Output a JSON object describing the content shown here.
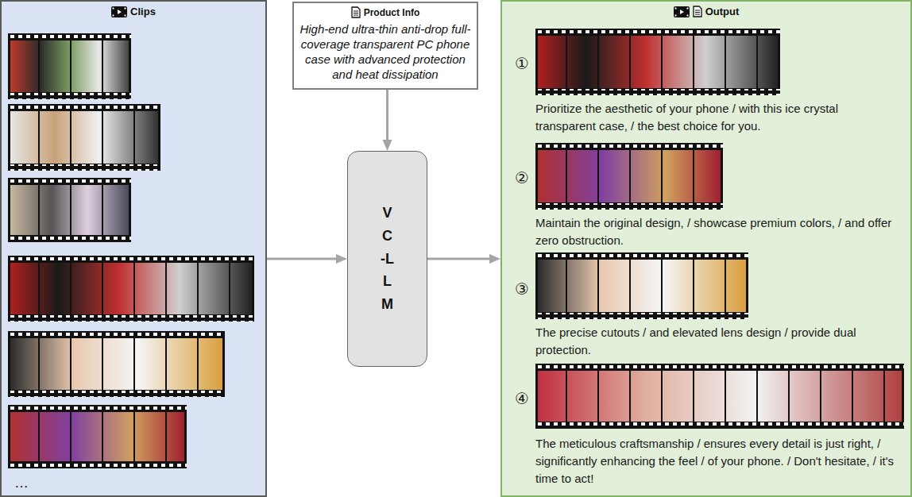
{
  "diagram": {
    "nodes": [
      {
        "text": [
          "Clips"
        ]
      },
      {
        "text": [
          "Product Info",
          "High-end ultra-thin anti-drop full-coverage transparent PC phone case with advanced protection and heat dissipation"
        ]
      },
      {
        "text": [
          "VC-LLM"
        ]
      },
      {
        "text": [
          "Output"
        ]
      }
    ],
    "edges": [
      {
        "from": 0,
        "to": 2,
        "arrow": "to"
      },
      {
        "from": 1,
        "to": 2,
        "arrow": "to"
      },
      {
        "from": 2,
        "to": 3,
        "arrow": "to"
      }
    ],
    "labels": [
      "①",
      "Prioritize the aesthetic of your phone / with this ice crystal transparent case, / the best choice for you.",
      "②",
      "Maintain the original design, / showcase premium colors, / and offer zero obstruction.",
      "③",
      "The precise cutouts / and elevated lens design / provide dual protection.",
      "④",
      "The meticulous craftsmanship / ensures every detail is just right, / significantly enhancing the feel / of your phone. / Don't hesitate, / it's time to act!",
      "…"
    ]
  }
}
